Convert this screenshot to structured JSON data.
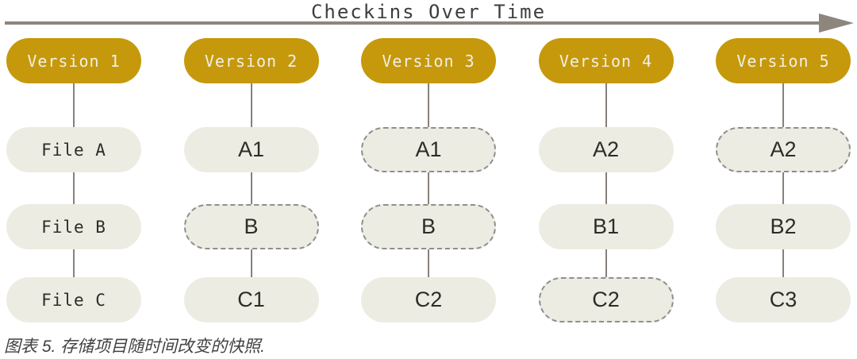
{
  "title": "Checkins Over Time",
  "caption": "图表 5. 存储项目随时间改变的快照.",
  "timeline": {
    "arrow_icon": "right-arrow-icon",
    "direction": "right"
  },
  "columns": [
    {
      "version": "Version 1",
      "files": [
        {
          "label": "File A",
          "dashed": false
        },
        {
          "label": "File B",
          "dashed": false
        },
        {
          "label": "File C",
          "dashed": false
        }
      ]
    },
    {
      "version": "Version 2",
      "files": [
        {
          "label": "A1",
          "dashed": false
        },
        {
          "label": "B",
          "dashed": true
        },
        {
          "label": "C1",
          "dashed": false
        }
      ]
    },
    {
      "version": "Version 3",
      "files": [
        {
          "label": "A1",
          "dashed": true
        },
        {
          "label": "B",
          "dashed": true
        },
        {
          "label": "C2",
          "dashed": false
        }
      ]
    },
    {
      "version": "Version 4",
      "files": [
        {
          "label": "A2",
          "dashed": false
        },
        {
          "label": "B1",
          "dashed": false
        },
        {
          "label": "C2",
          "dashed": true
        }
      ]
    },
    {
      "version": "Version 5",
      "files": [
        {
          "label": "A2",
          "dashed": true
        },
        {
          "label": "B2",
          "dashed": false
        },
        {
          "label": "C3",
          "dashed": false
        }
      ]
    }
  ],
  "colors": {
    "version_fill": "#c5990b",
    "version_text": "#f2efe6",
    "file_fill": "#edece3",
    "file_text": "#2d2c28",
    "dashed_border": "#8e8e8e",
    "connector": "#87817b",
    "arrow": "#8d867c",
    "title_text": "#3f3e3c",
    "caption_text": "#414141"
  }
}
